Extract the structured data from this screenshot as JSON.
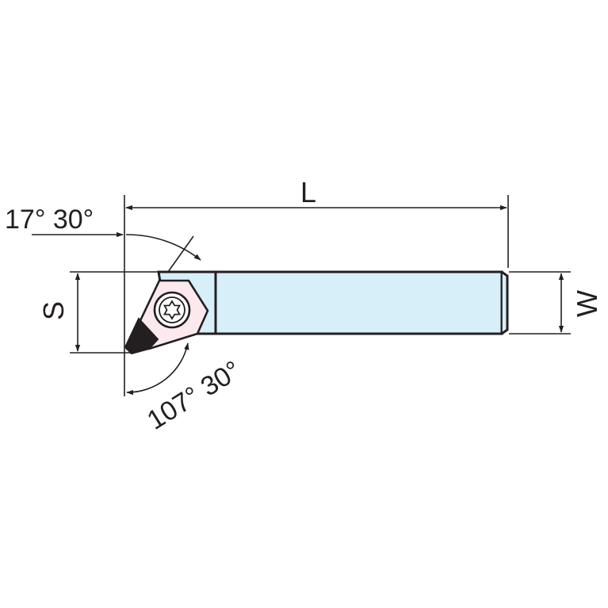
{
  "labels": {
    "length": "L",
    "width": "W",
    "shank": "S",
    "angle_top": "17° 30°",
    "angle_bottom": "107° 30°"
  },
  "colors": {
    "shank_fill": "#d6eff9",
    "insert_fill": "#fbe9ee",
    "tip_fill": "#231f20",
    "line": "#231f20",
    "background": "#ffffff"
  }
}
